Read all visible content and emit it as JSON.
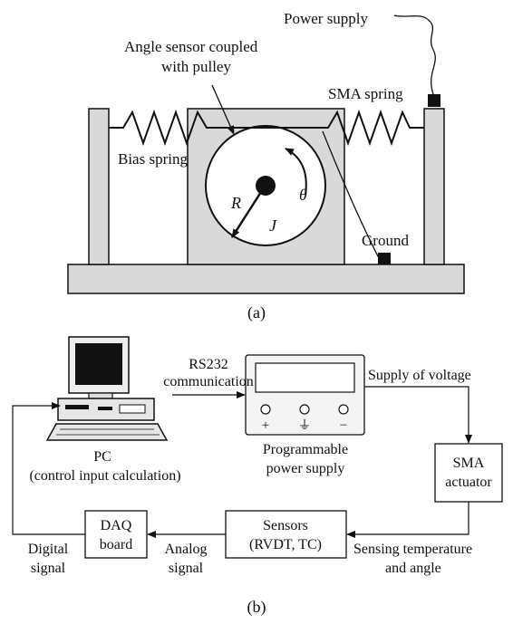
{
  "panel_a": {
    "labels": {
      "power_supply": "Power supply",
      "angle_sensor_line1": "Angle sensor coupled",
      "angle_sensor_line2": "with pulley",
      "sma_spring": "SMA spring",
      "bias_spring": "Bias spring",
      "ground": "Ground",
      "radius": "R",
      "inertia": "J",
      "angle": "θ"
    },
    "caption": "(a)"
  },
  "panel_b": {
    "nodes": {
      "pc_line1": "PC",
      "pc_line2": "(control input calculation)",
      "power_line1": "Programmable",
      "power_line2": "power supply",
      "power_terminals": [
        "+",
        "⏚",
        "−"
      ],
      "sma_line1": "SMA",
      "sma_line2": "actuator",
      "sensors_line1": "Sensors",
      "sensors_line2": "(RVDT, TC)",
      "daq_line1": "DAQ",
      "daq_line2": "board"
    },
    "edges": {
      "rs232_line1": "RS232",
      "rs232_line2": "communication",
      "supply_voltage": "Supply of voltage",
      "sensing_line1": "Sensing temperature",
      "sensing_line2": "and angle",
      "analog_line1": "Analog",
      "analog_line2": "signal",
      "digital_line1": "Digital",
      "digital_line2": "signal"
    },
    "caption": "(b)"
  },
  "colors": {
    "frame_fill": "#d9d9d9",
    "stroke": "#111111",
    "background": "#ffffff"
  }
}
